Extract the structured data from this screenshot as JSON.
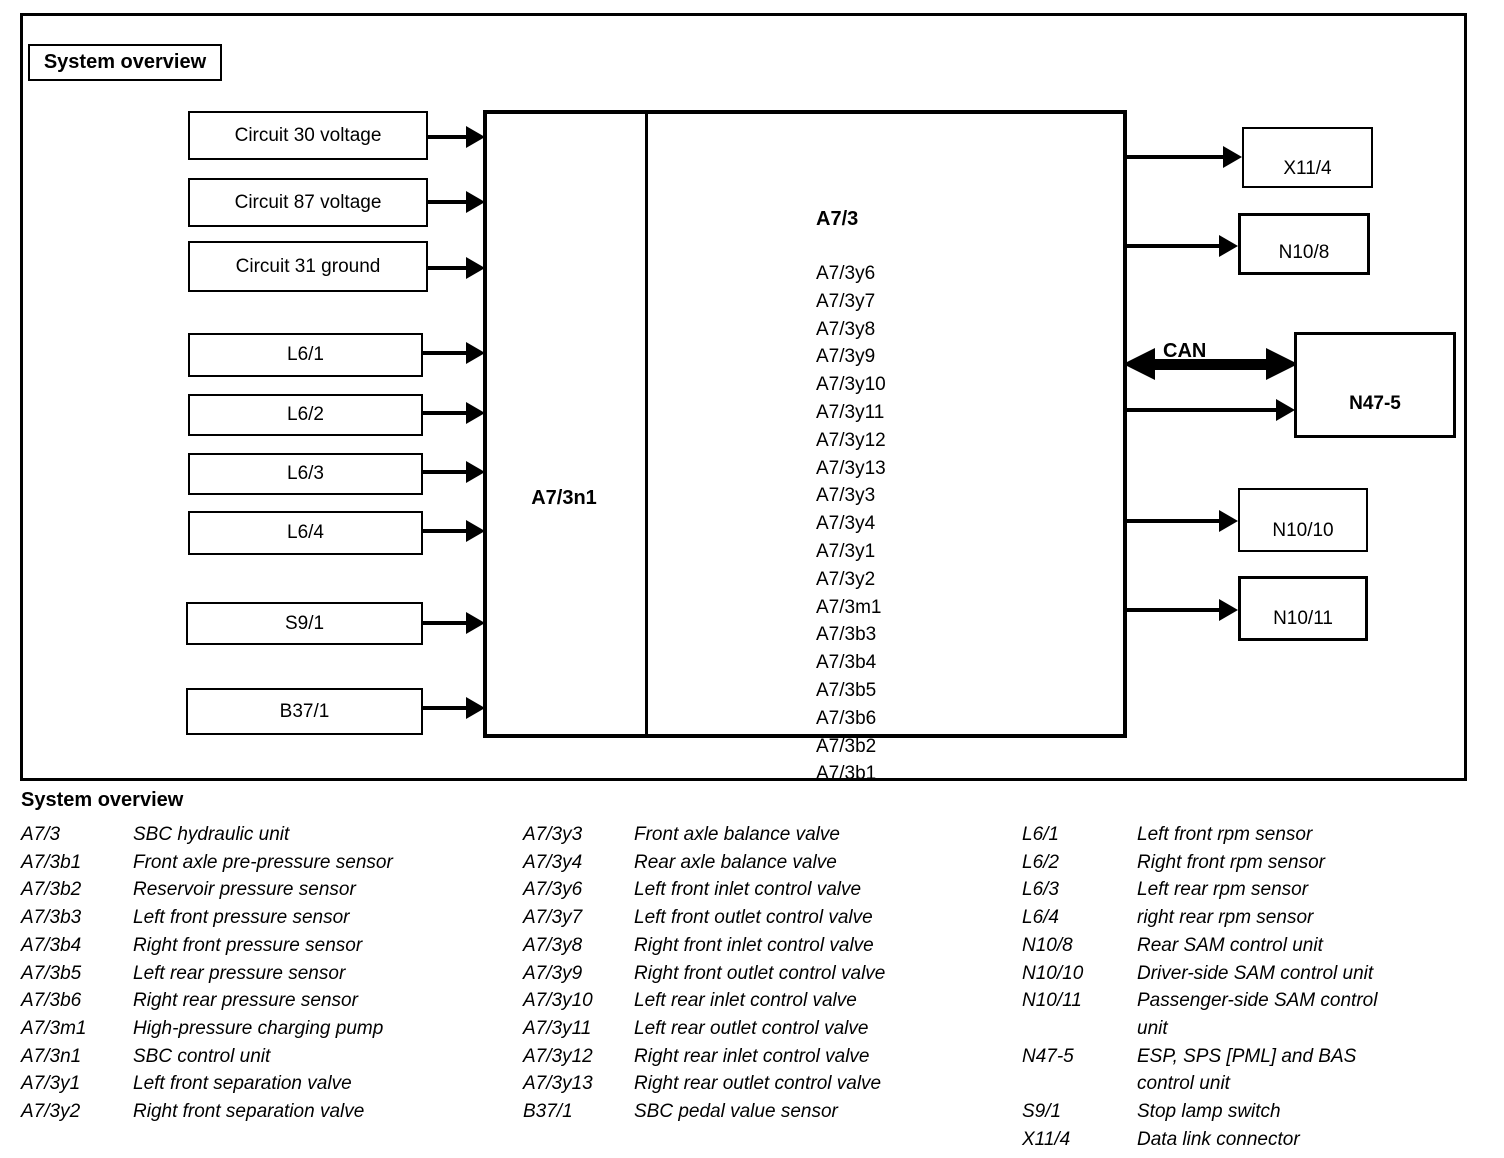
{
  "title_box": "System overview",
  "colors": {
    "ink": "#000000",
    "paper": "#ffffff"
  },
  "diagram": {
    "inputs": [
      "Circuit 30 voltage",
      "Circuit 87 voltage",
      "Circuit 31 ground",
      "L6/1",
      "L6/2",
      "L6/3",
      "L6/4",
      "S9/1",
      "B37/1"
    ],
    "central_unit": {
      "control_unit_label": "A7/3n1",
      "unit_label": "A7/3",
      "components": [
        "A7/3y6",
        "A7/3y7",
        "A7/3y8",
        "A7/3y9",
        "A7/3y10",
        "A7/3y11",
        "A7/3y12",
        "A7/3y13",
        "A7/3y3",
        "A7/3y4",
        "A7/3y1",
        "A7/3y2",
        "A7/3m1",
        "A7/3b3",
        "A7/3b4",
        "A7/3b5",
        "A7/3b6",
        "A7/3b2",
        "A7/3b1"
      ]
    },
    "outputs": [
      "X11/4",
      "N10/8",
      "N47-5",
      "N10/10",
      "N10/11"
    ],
    "bus_label": "CAN"
  },
  "legend": {
    "heading": "System overview",
    "columns": [
      [
        {
          "code": "A7/3",
          "desc": "SBC hydraulic unit"
        },
        {
          "code": "A7/3b1",
          "desc": "Front axle pre-pressure sensor"
        },
        {
          "code": "A7/3b2",
          "desc": "Reservoir pressure sensor"
        },
        {
          "code": "A7/3b3",
          "desc": "Left front pressure sensor"
        },
        {
          "code": "A7/3b4",
          "desc": "Right front pressure sensor"
        },
        {
          "code": "A7/3b5",
          "desc": "Left rear pressure sensor"
        },
        {
          "code": "A7/3b6",
          "desc": "Right rear pressure sensor"
        },
        {
          "code": "A7/3m1",
          "desc": "High-pressure charging pump"
        },
        {
          "code": "A7/3n1",
          "desc": "SBC control unit"
        },
        {
          "code": "A7/3y1",
          "desc": "Left front separation valve"
        },
        {
          "code": "A7/3y2",
          "desc": "Right front separation valve"
        }
      ],
      [
        {
          "code": "A7/3y3",
          "desc": "Front axle balance valve"
        },
        {
          "code": "A7/3y4",
          "desc": "Rear axle balance valve"
        },
        {
          "code": "A7/3y6",
          "desc": "Left front inlet control valve"
        },
        {
          "code": "A7/3y7",
          "desc": "Left front outlet control valve"
        },
        {
          "code": "A7/3y8",
          "desc": "Right front inlet control valve"
        },
        {
          "code": "A7/3y9",
          "desc": "Right front outlet control valve"
        },
        {
          "code": "A7/3y10",
          "desc": "Left rear inlet control valve"
        },
        {
          "code": "A7/3y11",
          "desc": "Left rear outlet control valve"
        },
        {
          "code": "A7/3y12",
          "desc": "Right rear inlet control valve"
        },
        {
          "code": "A7/3y13",
          "desc": "Right rear outlet control valve"
        },
        {
          "code": "B37/1",
          "desc": "SBC pedal value sensor"
        }
      ],
      [
        {
          "code": "L6/1",
          "desc": "Left front rpm sensor"
        },
        {
          "code": "L6/2",
          "desc": "Right front rpm sensor"
        },
        {
          "code": "L6/3",
          "desc": "Left rear rpm sensor"
        },
        {
          "code": "L6/4",
          "desc": "right rear rpm sensor"
        },
        {
          "code": "N10/8",
          "desc": "Rear SAM control unit"
        },
        {
          "code": "N10/10",
          "desc": "Driver-side SAM control unit"
        },
        {
          "code": "N10/11",
          "desc": "Passenger-side SAM control\nunit"
        },
        {
          "code": "N47-5",
          "desc": "ESP, SPS [PML] and BAS\ncontrol unit"
        },
        {
          "code": "S9/1",
          "desc": "Stop lamp switch"
        },
        {
          "code": "X11/4",
          "desc": "Data link connector"
        }
      ]
    ]
  }
}
